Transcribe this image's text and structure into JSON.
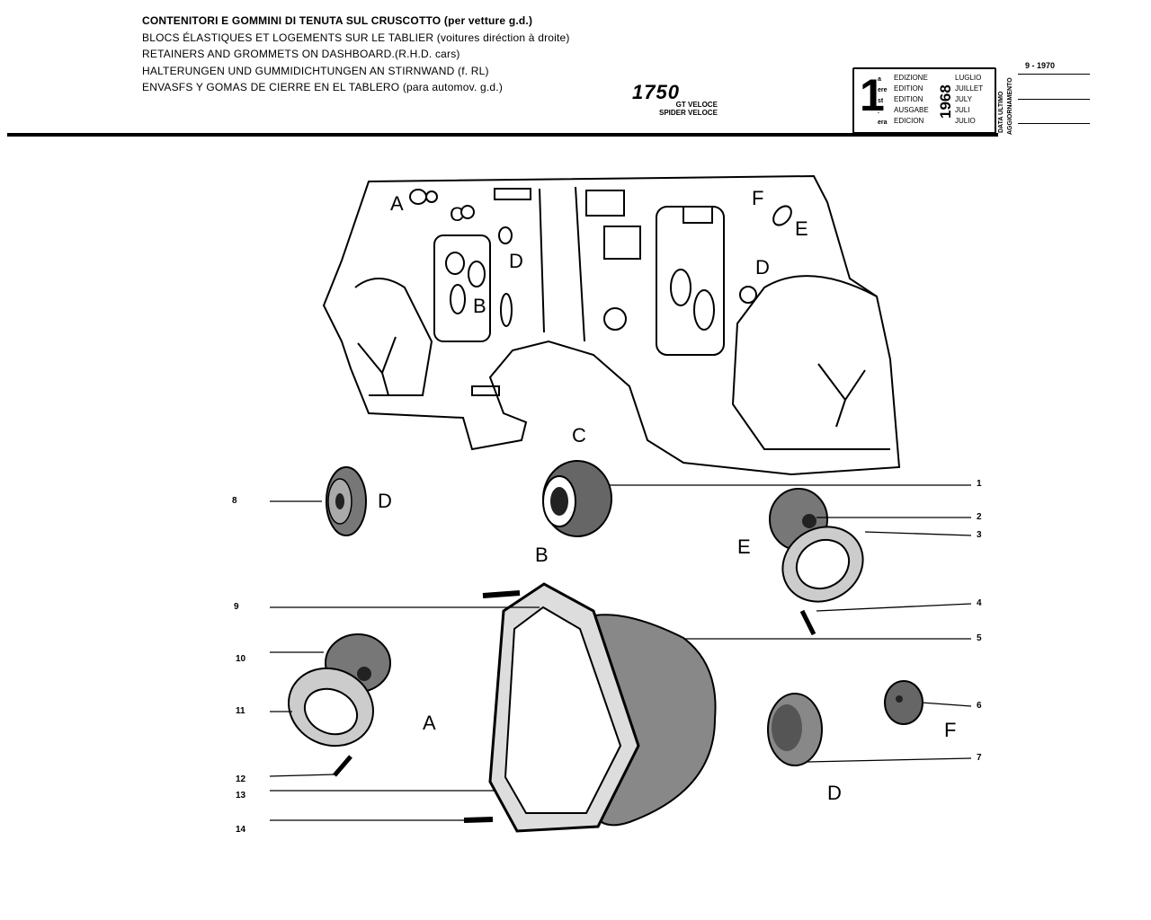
{
  "header": {
    "titles": [
      "CONTENITORI E GOMMINI DI TENUTA SUL CRUSCOTTO (per vetture g.d.)",
      "BLOCS ÉLASTIQUES ET LOGEMENTS SUR LE TABLIER (voitures diréction à droite)",
      "RETAINERS AND GROMMETS ON DASHBOARD.(R.H.D. cars)",
      "HALTERUNGEN UND GUMMIDICHTUNGEN AN STIRNWAND (f. RL)",
      "ENVASFS Y GOMAS DE CIERRE EN EL TABLERO (para automov. g.d.)"
    ],
    "model": "1750",
    "model_variants": [
      "GT VELOCE",
      "SPIDER VELOCE"
    ]
  },
  "edition_box": {
    "number": "1",
    "suffixes": [
      "a",
      "ere",
      "st",
      ".",
      "era"
    ],
    "labels": [
      "EDIZIONE",
      "EDITION",
      "EDITION",
      "AUSGABE",
      "EDICION"
    ],
    "year": "1968",
    "months": [
      "LUGLIO",
      "JUILLET",
      "JULY",
      "JULI",
      "JULIO"
    ]
  },
  "update": {
    "label_line1": "DATA ULTIMO",
    "label_line2": "AGGIORNAMENTO",
    "date": "9 - 1970"
  },
  "dashboard_letters": [
    "A",
    "C",
    "D",
    "B",
    "F",
    "E",
    "D"
  ],
  "part_letters": [
    "C",
    "D",
    "B",
    "E",
    "A",
    "F",
    "D"
  ],
  "callouts": [
    "1",
    "2",
    "3",
    "4",
    "5",
    "6",
    "7",
    "8",
    "9",
    "10",
    "11",
    "12",
    "13",
    "14"
  ]
}
